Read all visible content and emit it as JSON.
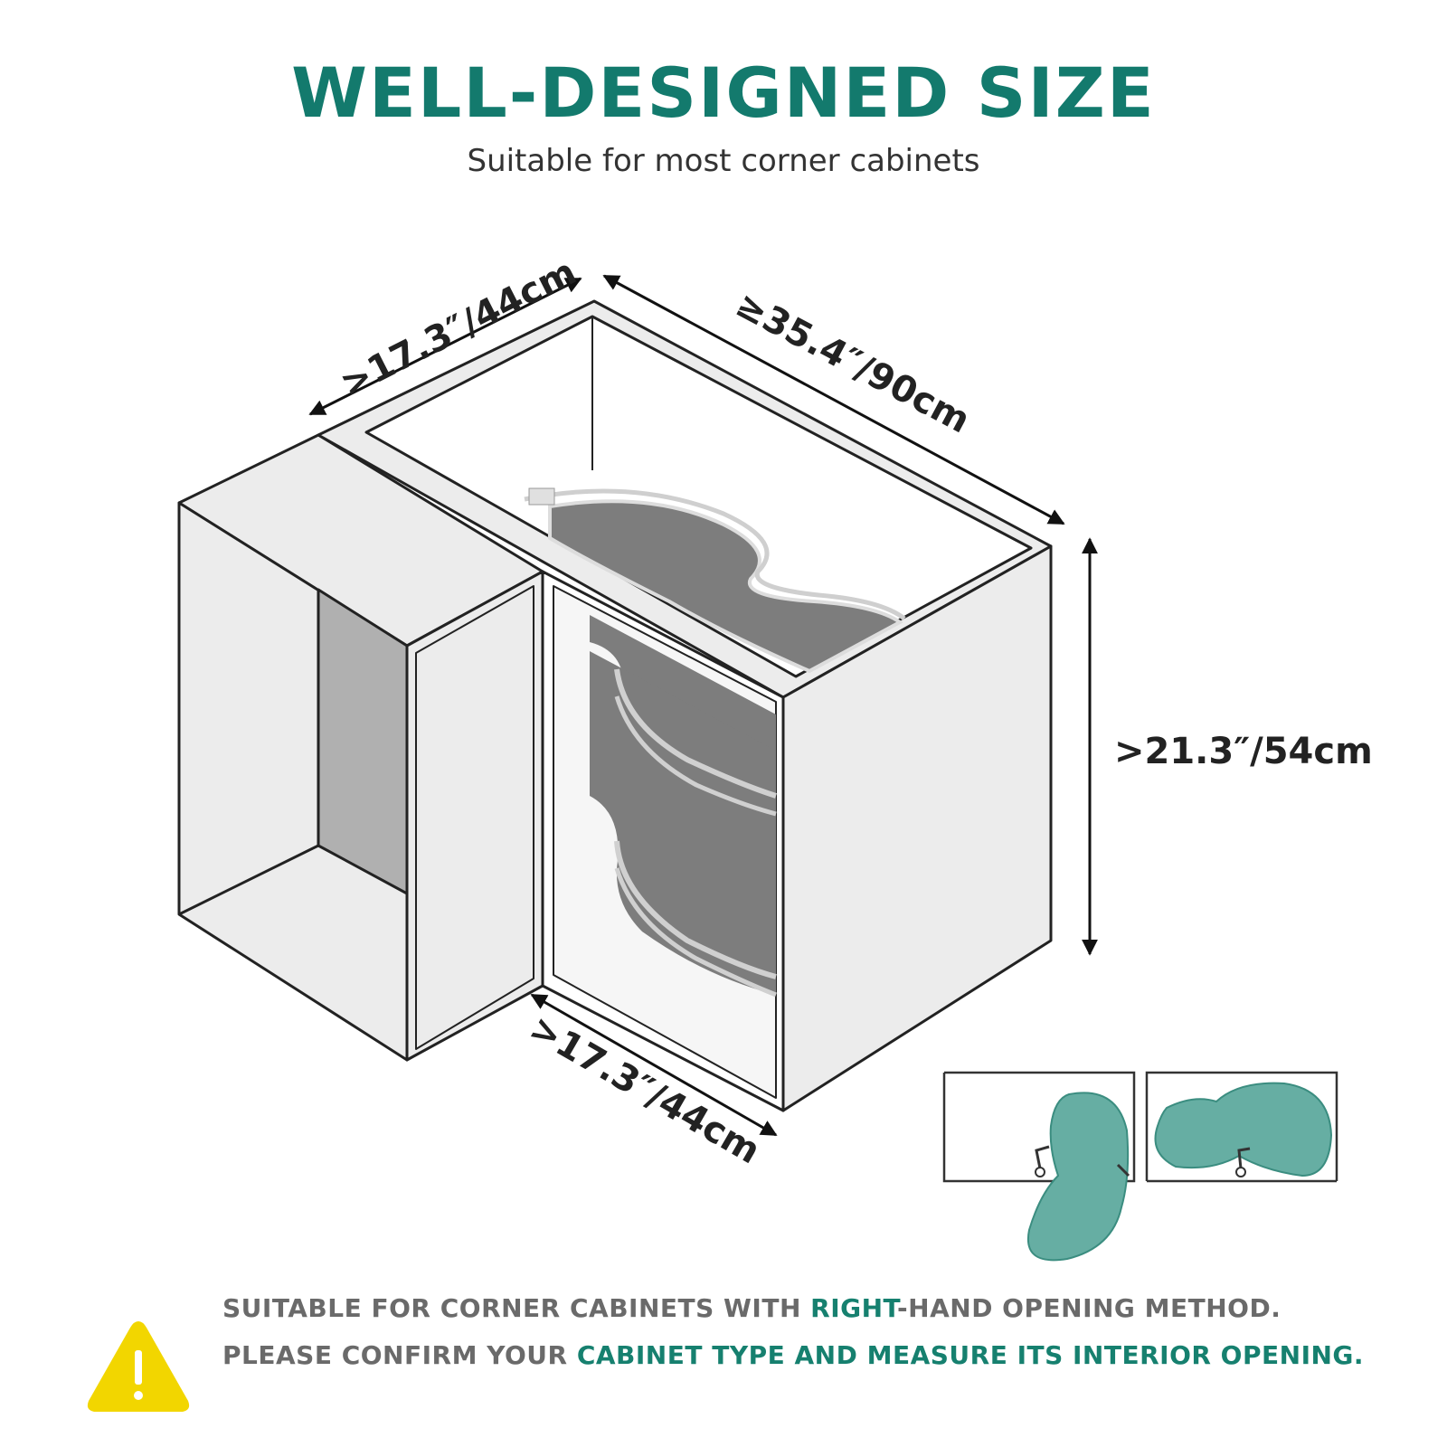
{
  "header": {
    "title": "WELL-DESIGNED SIZE",
    "subtitle": "Suitable for most corner cabinets"
  },
  "dimensions": {
    "top_left": ">17.3″/44cm",
    "top_right": "≥35.4″/90cm",
    "right_height": ">21.3″/54cm",
    "bottom_front": ">17.3″/44cm"
  },
  "notice": {
    "line1_before": "SUITABLE FOR CORNER CABINETS WITH ",
    "line1_highlight": "RIGHT",
    "line1_after": "-HAND OPENING METHOD.",
    "line2_before": "PLEASE CONFIRM YOUR ",
    "line2_highlight": "CABINET TYPE AND MEASURE ITS INTERIOR OPENING."
  },
  "colors": {
    "title": "#137a6d",
    "highlight": "#16806f",
    "shelf_fill": "#66aea3",
    "warning": "#f2d600",
    "cabinet_panel": "#ececec",
    "shelf_dark": "#7d7d7d"
  },
  "icons": [
    "warning-icon",
    "arrow-icon"
  ]
}
